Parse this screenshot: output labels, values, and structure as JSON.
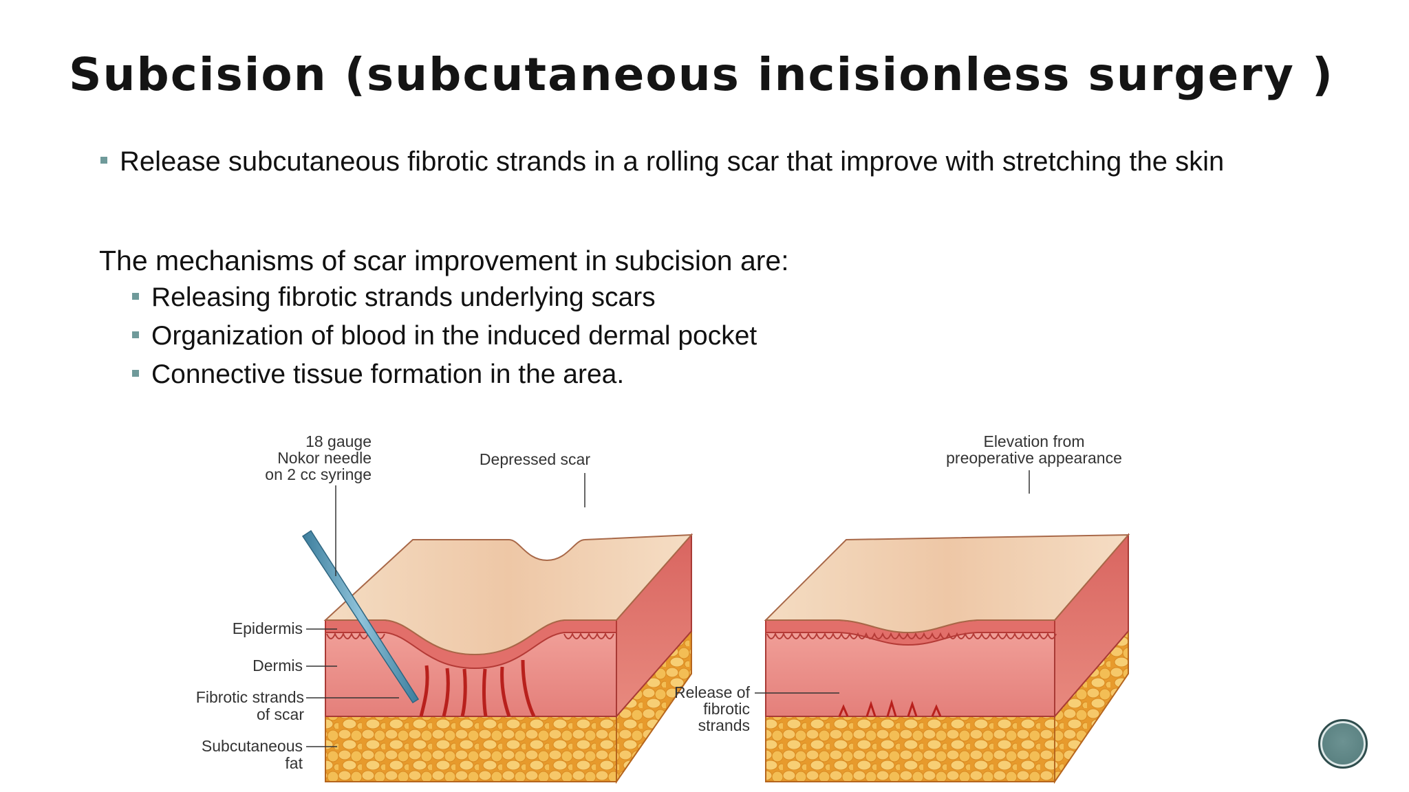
{
  "slide": {
    "title": "Subcision (subcutaneous incisionless surgery )",
    "main_bullet": "Release subcutaneous fibrotic strands in a rolling scar that improve with stretching the skin",
    "mechanisms_heading": "The mechanisms of scar improvement in subcision are:",
    "mechanisms": [
      "Releasing fibrotic strands underlying scars",
      "Organization of blood in the induced dermal pocket",
      "Connective tissue formation in the area."
    ]
  },
  "figure": {
    "left_labels": {
      "needle": [
        "18 gauge",
        "Nokor needle",
        "on 2 cc syringe"
      ],
      "depressed_scar": "Depressed scar",
      "epidermis": "Epidermis",
      "dermis": "Dermis",
      "fibrotic": [
        "Fibrotic strands",
        "of scar"
      ],
      "subcutaneous": [
        "Subcutaneous",
        "fat"
      ]
    },
    "right_labels": {
      "elevation": [
        "Elevation from",
        "preoperative appearance"
      ],
      "release": [
        "Release of",
        "fibrotic",
        "strands"
      ]
    },
    "colors": {
      "skin_top": "#f1d2b5",
      "dermis": "#e88d88",
      "epidermis_edge": "#c23a36",
      "fat": "#f2b94a",
      "needle": "#5d9fc0"
    }
  },
  "navigation": {
    "icon": "circle-nav-icon"
  }
}
